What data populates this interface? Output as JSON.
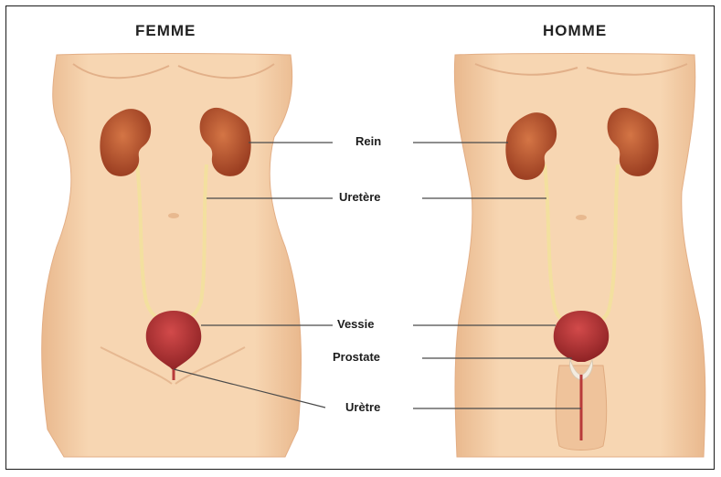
{
  "titles": {
    "female": "FEMME",
    "male": "HOMME"
  },
  "labels": {
    "kidney": "Rein",
    "ureter": "Uretère",
    "bladder": "Vessie",
    "prostate": "Prostate",
    "urethra": "Urètre"
  },
  "colors": {
    "skin": "#f6d2ad",
    "skin_shade": "#e8b98f",
    "kidney": "#b6542f",
    "bladder": "#b83a3a",
    "ureter": "#f4e3a6",
    "leader_line": "#4a4a4a"
  }
}
